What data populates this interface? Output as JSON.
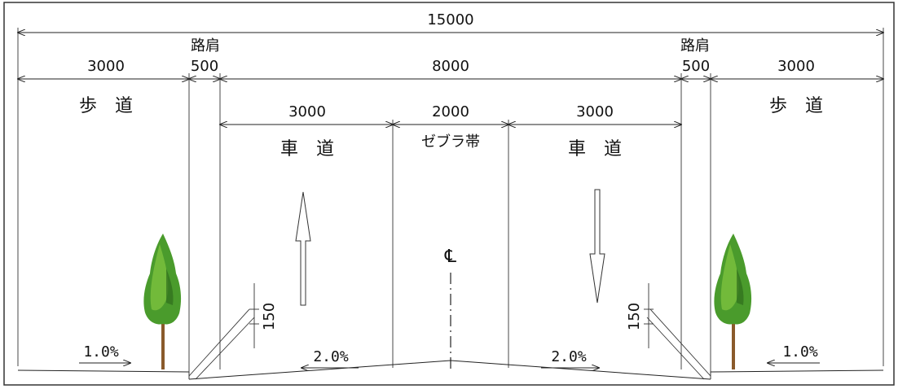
{
  "dimensions": {
    "total": "15000",
    "sidewalk_left": "3000",
    "shoulder_left": "500",
    "carriageway": "8000",
    "shoulder_right": "500",
    "sidewalk_right": "3000",
    "lane_left": "3000",
    "zebra": "2000",
    "lane_right": "3000",
    "curb_left": "150",
    "curb_right": "150"
  },
  "labels": {
    "shoulder_left": "路肩",
    "shoulder_right": "路肩",
    "sidewalk_left": "歩　道",
    "sidewalk_right": "歩　道",
    "roadway_left": "車　道",
    "roadway_right": "車　道",
    "zebra": "ゼブラ帯",
    "centerline": "℄"
  },
  "slopes": {
    "sidewalk_left": "1.0%",
    "roadway_left": "2.0%",
    "roadway_right": "2.0%",
    "sidewalk_right": "1.0%"
  },
  "icons": [
    "tree-icon",
    "arrow-up-icon",
    "arrow-down-icon"
  ],
  "colors": {
    "line": "#222222",
    "tree_green": "#4a9b2c",
    "trunk": "#8a5a2b"
  }
}
